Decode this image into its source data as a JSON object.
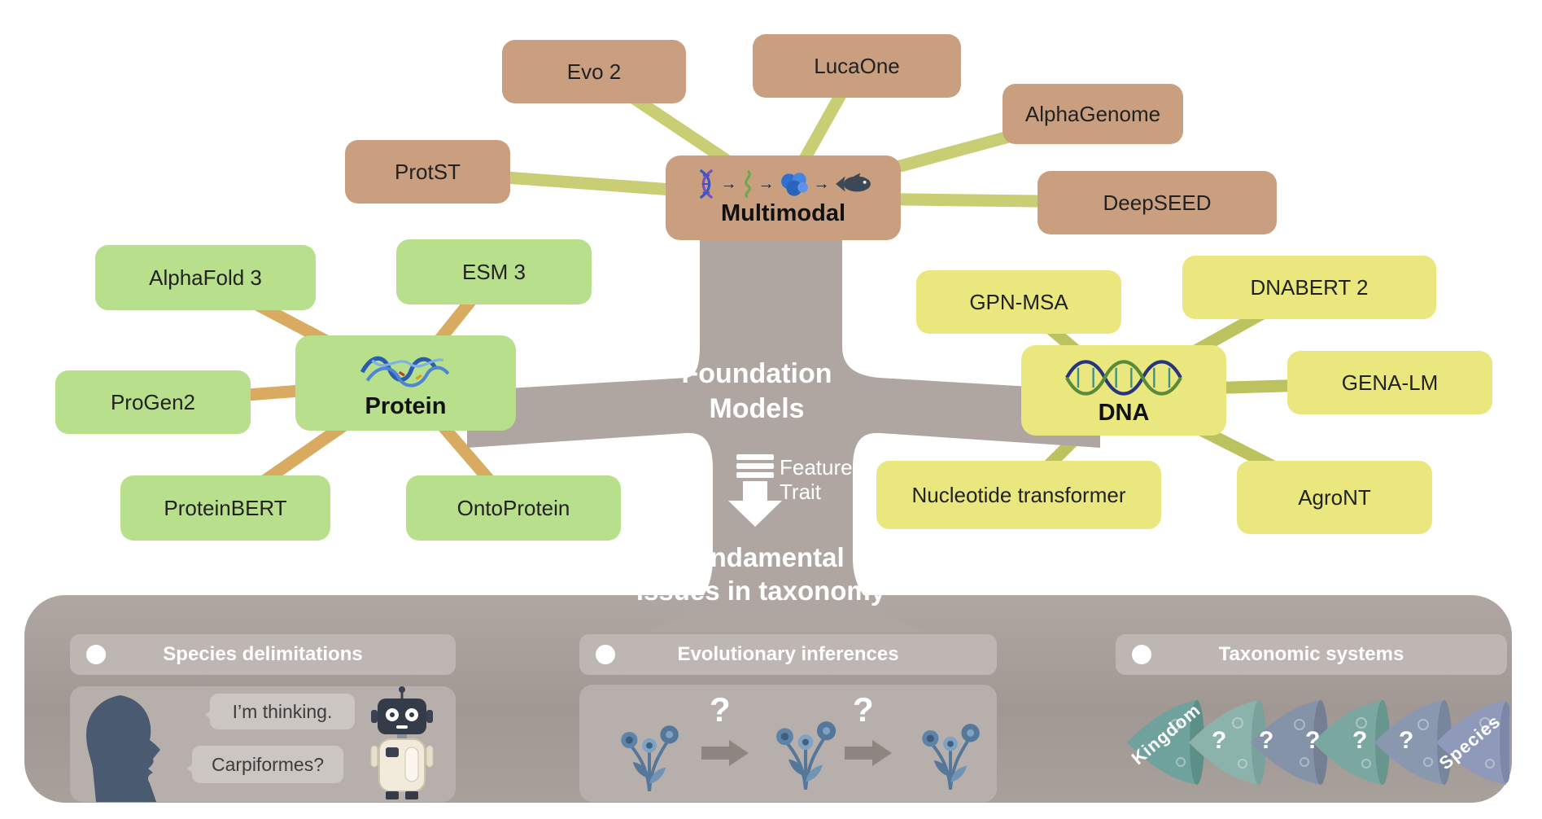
{
  "hubs": {
    "multimodal": {
      "label": "Multimodal",
      "icon_arrow": "→",
      "models": [
        "ProtST",
        "Evo 2",
        "LucaOne",
        "AlphaGenome",
        "DeepSEED"
      ]
    },
    "protein": {
      "label": "Protein",
      "models": [
        "AlphaFold 3",
        "ESM 3",
        "ProGen2",
        "ProteinBERT",
        "OntoProtein"
      ]
    },
    "dna": {
      "label": "DNA",
      "models": [
        "GPN-MSA",
        "DNABERT 2",
        "GENA-LM",
        "Nucleotide transformer",
        "AgroNT"
      ]
    }
  },
  "trunk": {
    "title_line1": "Foundation",
    "title_line2": "Models",
    "flow_label_line1": "Feature",
    "flow_label_line2": "Trait",
    "base_title_line1": "Fundamental",
    "base_title_line2": "issues in taxonomy"
  },
  "panels": {
    "species": {
      "title": "Species delimitations",
      "bubble1": "I’m thinking.",
      "bubble2": "Carpiformes?"
    },
    "evolution": {
      "title": "Evolutionary inferences",
      "question": "?"
    },
    "taxonomy": {
      "title": "Taxonomic systems",
      "first_rank": "Kingdom",
      "last_rank": "Species",
      "question": "?"
    }
  },
  "colors": {
    "multimodal_fill": "#c99f80",
    "protein_fill": "#b7df8c",
    "dna_fill": "#e9e77d",
    "trunk_fill": "#b0a6a1",
    "panel_fill": "#a59d98"
  }
}
